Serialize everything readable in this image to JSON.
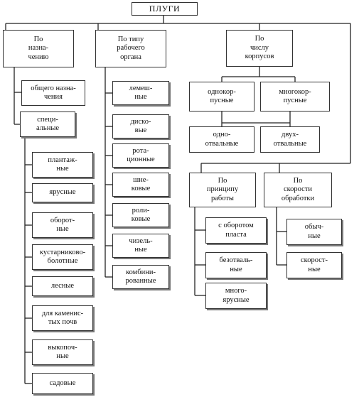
{
  "root": "ПЛУГИ",
  "purpose": {
    "label": "По\nназна-\nчению",
    "general": "общего назна-\nчения",
    "special": "специ-\nальные",
    "special_items": [
      "плантаж-\nные",
      "ярусные",
      "оборот-\nные",
      "кустарниково-\nболотные",
      "лесные",
      "для каменис-\nтых почв",
      "выкопоч-\nные",
      "садовые"
    ]
  },
  "working_organ": {
    "label": "По типу\nрабочего\nоргана",
    "items": [
      "лемеш-\nные",
      "диско-\nвые",
      "рота-\nционные",
      "шне-\nковые",
      "роли-\nковые",
      "чизель-\nные",
      "комбини-\nрованные"
    ]
  },
  "bodies": {
    "label": "По\nчислу\nкорпусов",
    "single": "однокор-\nпусные",
    "multi": "многокор-\nпусные",
    "one_dump": "одно-\nотвальные",
    "two_dump": "двух-\nотвальные"
  },
  "principle": {
    "label": "По\nпринципу\nработы",
    "items": [
      "с оборотом\nпласта",
      "безотваль-\nные",
      "много-\nярусные"
    ]
  },
  "speed": {
    "label": "По\nскорости\nобработки",
    "items": [
      "обыч-\nные",
      "скорост-\nные"
    ]
  }
}
